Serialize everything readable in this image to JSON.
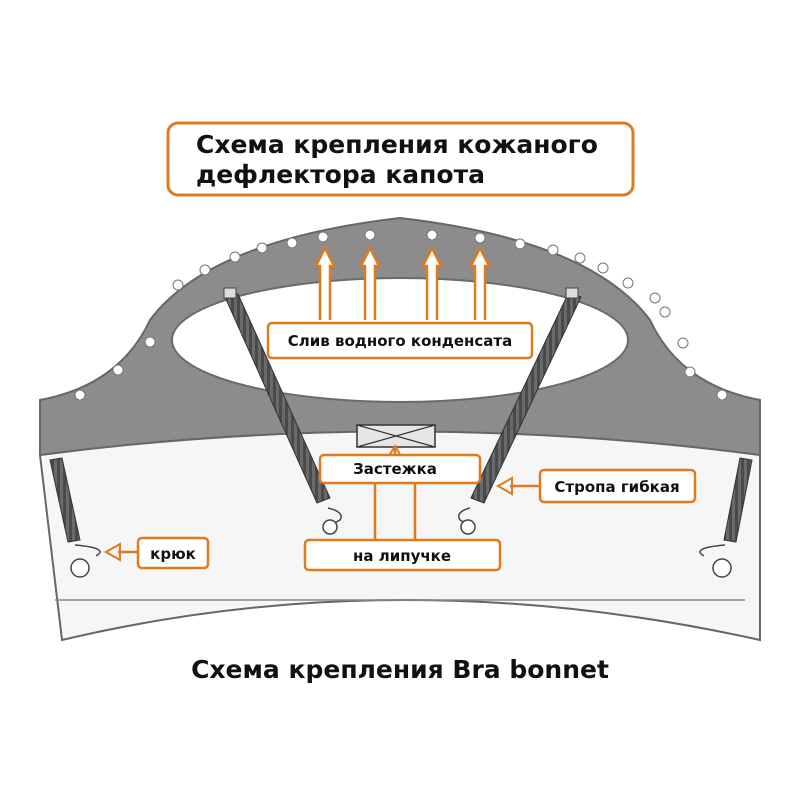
{
  "title": {
    "line1": "Схема крепления кожаного",
    "line2": "дефлектора капота"
  },
  "labels": {
    "drain": "Слив  водного конденсата",
    "clasp": "Застежка",
    "strap": "Стропа гибкая",
    "hook": "крюк",
    "velcro": "на липучке"
  },
  "caption": "Схема крепления Bra bonnet",
  "colors": {
    "accent": "#e07a1f",
    "bra": "#8c8c8c",
    "hood": "#f6f6f6",
    "outline": "#555555",
    "strap": "#5a5a5a"
  }
}
